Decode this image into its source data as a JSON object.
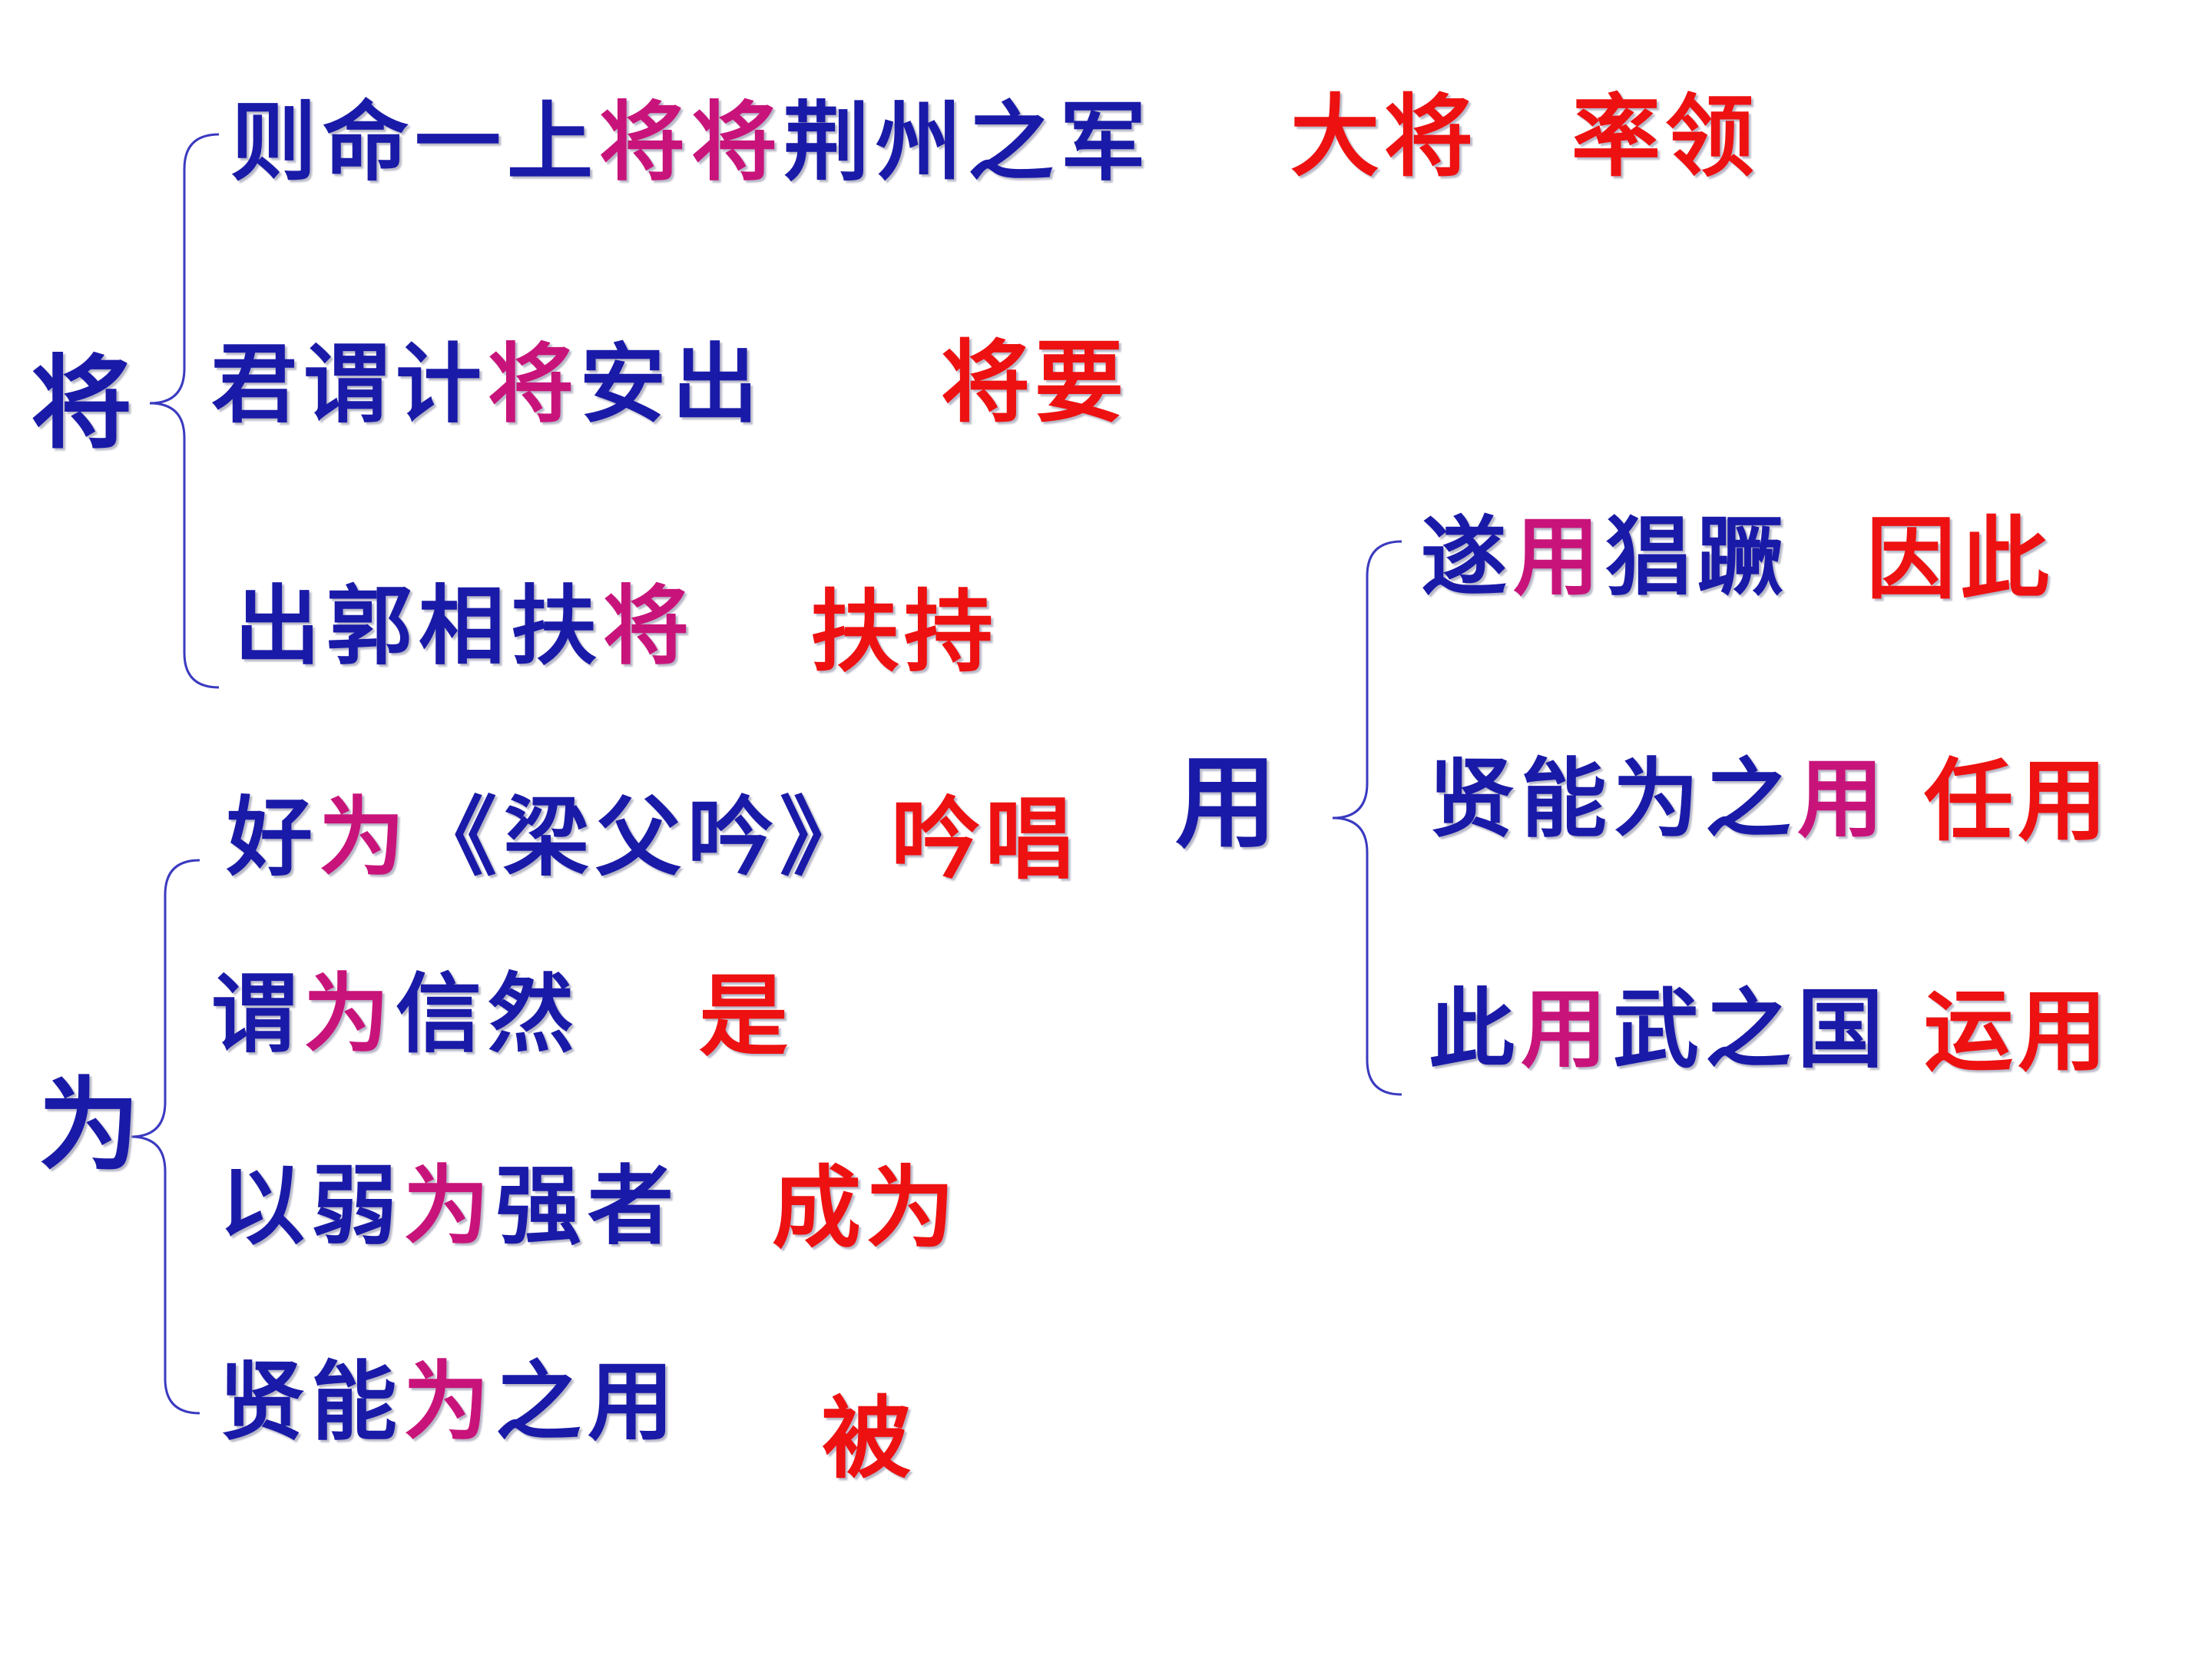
{
  "colors": {
    "sentence": "#1a1aa8",
    "highlight": "#c8147a",
    "gloss": "#ee1111",
    "bracket": "#3a3ac0"
  },
  "groups": [
    {
      "keyword": "将",
      "items": [
        {
          "segments": [
            {
              "text": "则命一上",
              "hl": false
            },
            {
              "text": "将将",
              "hl": true
            },
            {
              "text": "荆州之军",
              "hl": false
            }
          ],
          "gloss": "大将　率领"
        },
        {
          "segments": [
            {
              "text": "君谓计",
              "hl": false
            },
            {
              "text": "将",
              "hl": true
            },
            {
              "text": "安出",
              "hl": false
            }
          ],
          "gloss": "将要"
        },
        {
          "segments": [
            {
              "text": "出郭相扶",
              "hl": false
            },
            {
              "text": "将",
              "hl": true
            }
          ],
          "gloss": "扶持"
        }
      ]
    },
    {
      "keyword": "为",
      "items": [
        {
          "segments": [
            {
              "text": "好",
              "hl": false
            },
            {
              "text": "为",
              "hl": true
            },
            {
              "text": "《梁父吟》",
              "hl": false
            }
          ],
          "gloss": "吟唱"
        },
        {
          "segments": [
            {
              "text": "谓",
              "hl": false
            },
            {
              "text": "为",
              "hl": true
            },
            {
              "text": "信然",
              "hl": false
            }
          ],
          "gloss": "是"
        },
        {
          "segments": [
            {
              "text": "以弱",
              "hl": false
            },
            {
              "text": "为",
              "hl": true
            },
            {
              "text": "强者",
              "hl": false
            }
          ],
          "gloss": "成为"
        },
        {
          "segments": [
            {
              "text": "贤能",
              "hl": false
            },
            {
              "text": "为",
              "hl": true
            },
            {
              "text": "之用",
              "hl": false
            }
          ],
          "gloss": "被"
        }
      ]
    },
    {
      "keyword": "用",
      "items": [
        {
          "segments": [
            {
              "text": "遂",
              "hl": false
            },
            {
              "text": "用",
              "hl": true
            },
            {
              "text": "猖蹶",
              "hl": false
            }
          ],
          "gloss": "因此"
        },
        {
          "segments": [
            {
              "text": "贤能为之",
              "hl": false
            },
            {
              "text": "用",
              "hl": true
            }
          ],
          "gloss": "任用"
        },
        {
          "segments": [
            {
              "text": "此",
              "hl": false
            },
            {
              "text": "用",
              "hl": true
            },
            {
              "text": "武之国",
              "hl": false
            }
          ],
          "gloss": "运用"
        }
      ]
    }
  ]
}
